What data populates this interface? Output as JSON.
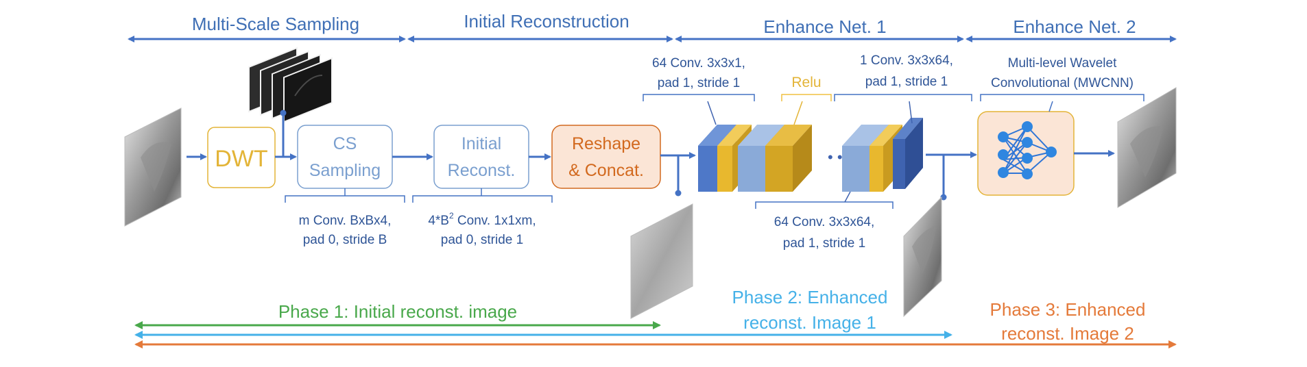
{
  "sections": {
    "multi_scale": "Multi-Scale Sampling",
    "initial_recon": "Initial Reconstruction",
    "enhance1": "Enhance Net. 1",
    "enhance2": "Enhance Net. 2"
  },
  "blocks": {
    "dwt": "DWT",
    "cs_line1": "CS",
    "cs_line2": "Sampling",
    "init_line1": "Initial",
    "init_line2": "Reconst.",
    "reshape_line1": "Reshape",
    "reshape_line2": "& Concat."
  },
  "annotations": {
    "cs_conv_1": "m Conv. BxBx4,",
    "cs_conv_2": "pad 0, stride B",
    "init_conv_1a": "4*B",
    "init_conv_1sup": "2",
    "init_conv_1b": " Conv. 1x1xm,",
    "init_conv_2": "pad 0, stride 1",
    "conv64_1": "64 Conv. 3x3x1,",
    "conv64_2": "pad 1, stride 1",
    "relu": "Relu",
    "conv1_1": "1 Conv. 3x3x64,",
    "conv1_2": "pad 1, stride 1",
    "conv64b_1": "64 Conv. 3x3x64,",
    "conv64b_2": "pad 1, stride 1",
    "mwcnn_1": "Multi-level Wavelet",
    "mwcnn_2": "Convolutional (MWCNN)",
    "ellipsis": "• • •"
  },
  "phases": {
    "p1": "Phase 1: Initial reconst. image",
    "p2_line1": "Phase 2: Enhanced",
    "p2_line2": "reconst. Image 1",
    "p3_line1": "Phase 3: Enhanced",
    "p3_line2": "reconst. Image 2"
  },
  "colors": {
    "arrow_blue": "#4472c4",
    "dwt": "#e3b437",
    "cs": "#7a9fcf",
    "reshape": "#d2691e",
    "phase1": "#49a84b",
    "phase2": "#45b1e8",
    "phase3": "#e47a3a"
  }
}
